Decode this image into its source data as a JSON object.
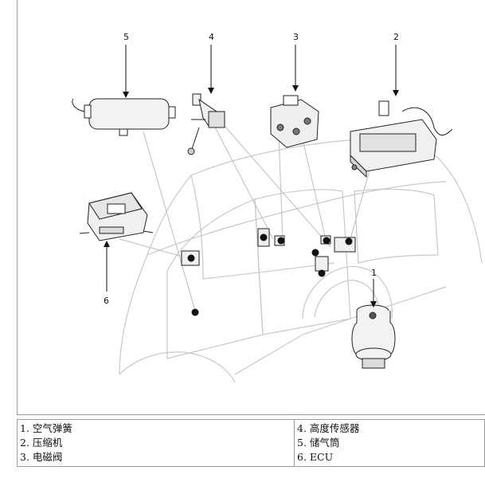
{
  "callouts": [
    "1",
    "2",
    "3",
    "4",
    "5",
    "6"
  ],
  "legend": {
    "left": [
      {
        "num": "1.",
        "label": "空气弹簧"
      },
      {
        "num": "2.",
        "label": "压缩机"
      },
      {
        "num": "3.",
        "label": "电磁阀"
      }
    ],
    "right": [
      {
        "num": "4.",
        "label": "高度传感器"
      },
      {
        "num": "5.",
        "label": "储气筒"
      },
      {
        "num": "6.",
        "label": "ECU"
      }
    ]
  }
}
